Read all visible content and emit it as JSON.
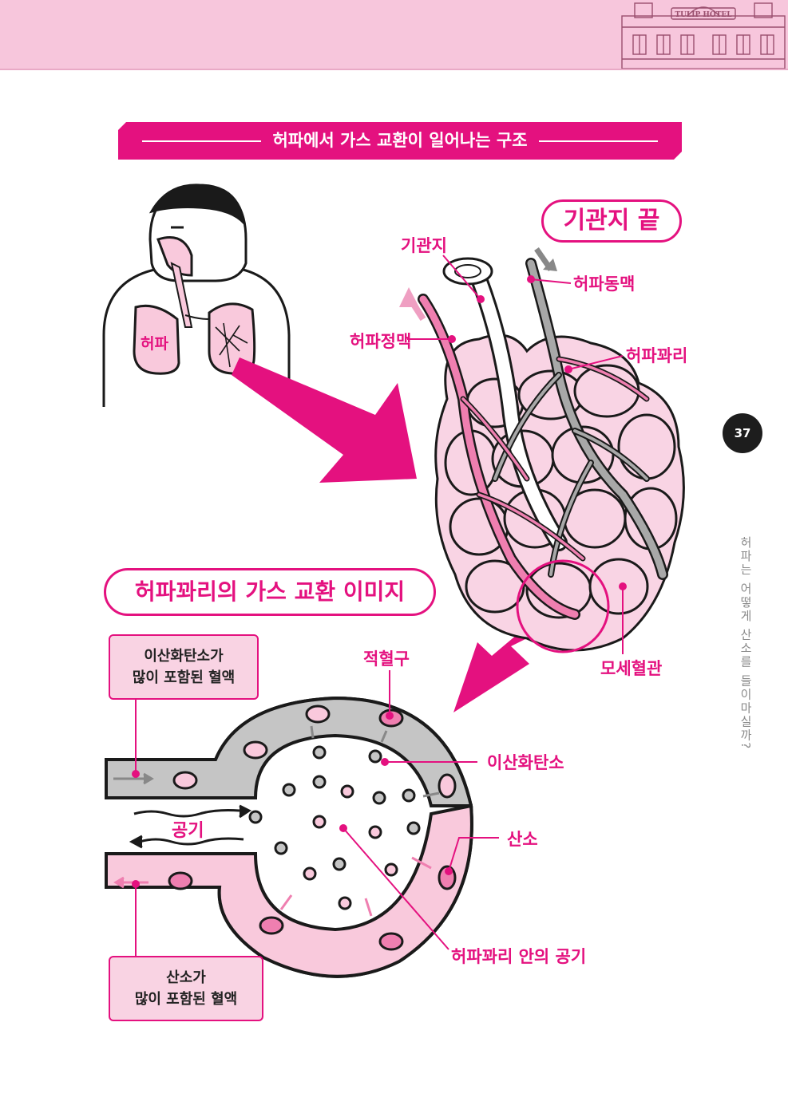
{
  "header": {
    "hotel_sign": "TULIP HOTEL",
    "page_number": "37",
    "chapter_title": "허파는 어떻게 산소를 들이마실까?"
  },
  "diagram_top": {
    "title": "허파에서 가스 교환이 일어나는 구조",
    "lung_label": "허파",
    "bronchiole_end_label": "기관지 끝",
    "bronchiole": "기관지",
    "pulmonary_artery": "허파동맥",
    "pulmonary_vein": "허파정맥",
    "alveoli": "허파꽈리",
    "capillaries": "모세혈관"
  },
  "diagram_bottom": {
    "title": "허파꽈리의 가스 교환 이미지",
    "co2_blood_line1": "이산화탄소가",
    "co2_blood_line2": "많이 포함된 혈액",
    "o2_blood_line1": "산소가",
    "o2_blood_line2": "많이 포함된 혈액",
    "red_blood_cell": "적혈구",
    "carbon_dioxide": "이산화탄소",
    "oxygen": "산소",
    "air": "공기",
    "air_in_alveolus": "허파꽈리 안의 공기"
  },
  "colors": {
    "magenta": "#e4117f",
    "pink_light": "#f9c9dc",
    "gray": "#a8a8a8",
    "header_pink": "#f7c6dc"
  }
}
